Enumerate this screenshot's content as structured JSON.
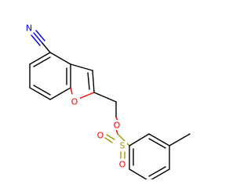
{
  "molecule": {
    "atoms": {
      "nitrile_n": "N",
      "furan_o": "O",
      "ester_o": "O",
      "sulfonyl_o_top": "O",
      "sulfonyl_o_bottom": "O",
      "sulfur": "S"
    },
    "colors": {
      "carbon_bond": "#000000",
      "nitrogen": "#0000ff",
      "oxygen": "#ff0000",
      "sulfur": "#999900"
    }
  }
}
